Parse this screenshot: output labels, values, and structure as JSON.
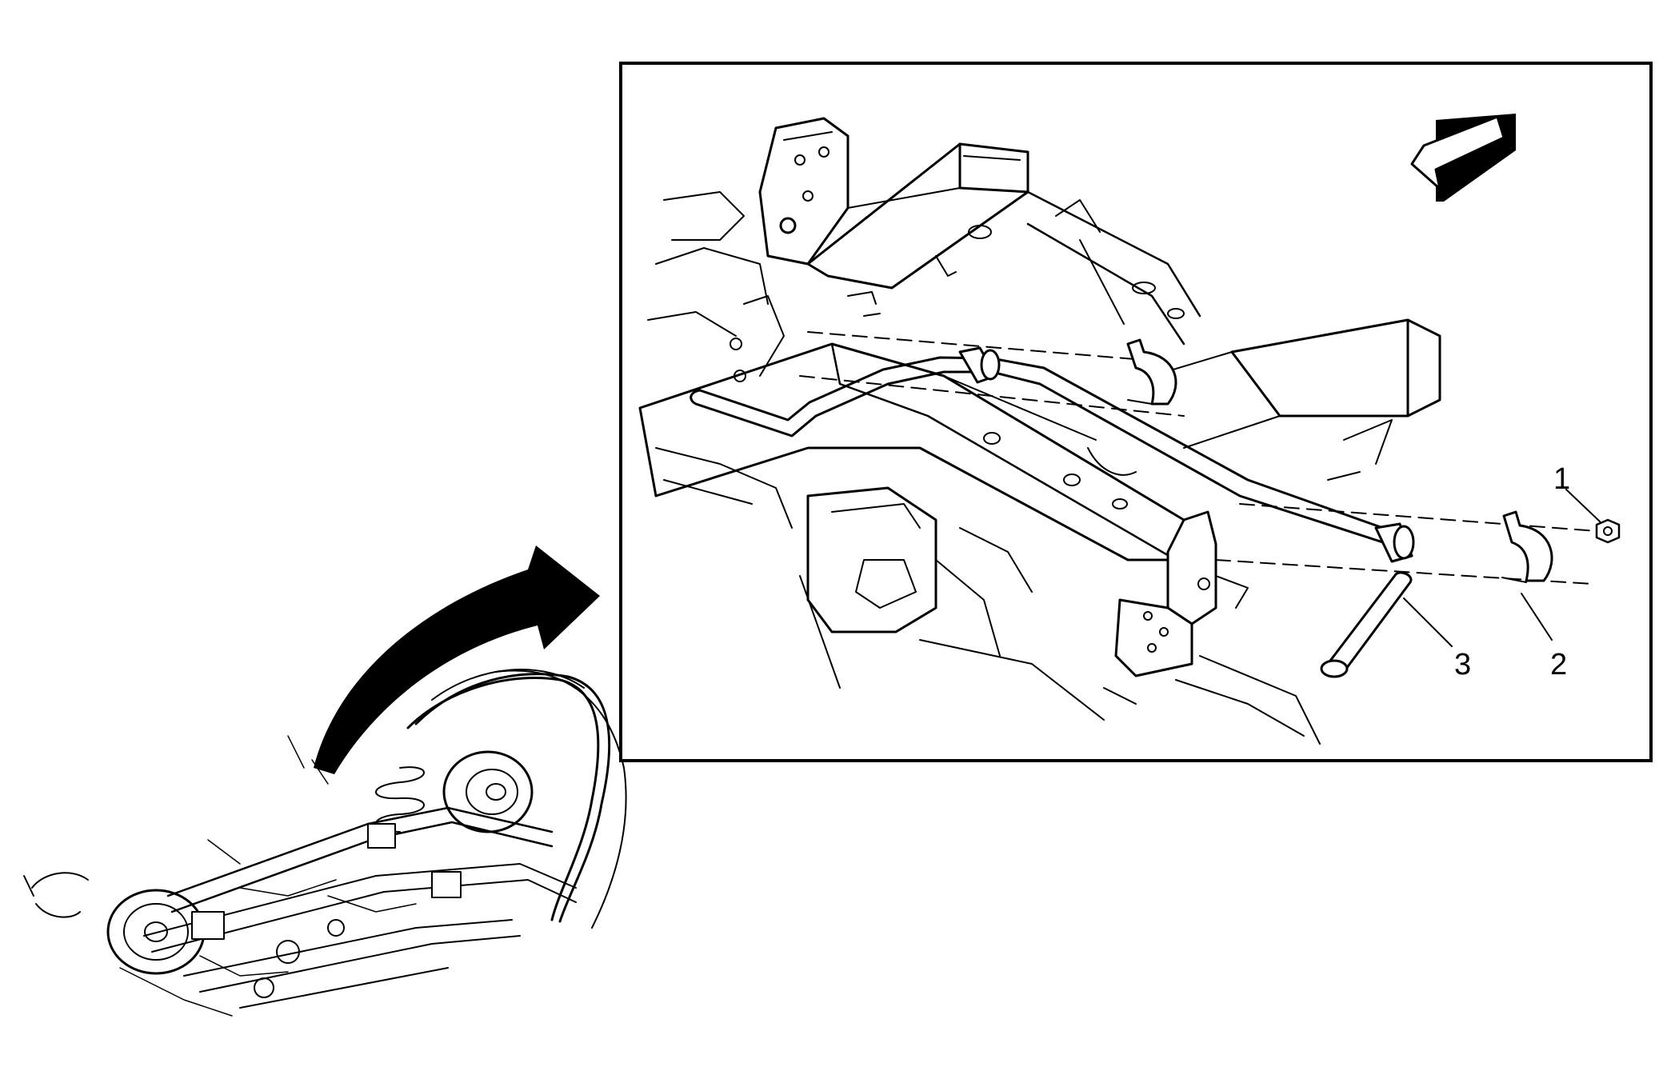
{
  "colors": {
    "ink": "#000000",
    "paper": "#ffffff"
  },
  "callouts": [
    {
      "id": "1",
      "label": "1"
    },
    {
      "id": "2",
      "label": "2"
    },
    {
      "id": "3",
      "label": "3"
    }
  ],
  "icons": [
    "direction-arrow-icon",
    "zoom-transition-arrow-icon"
  ]
}
